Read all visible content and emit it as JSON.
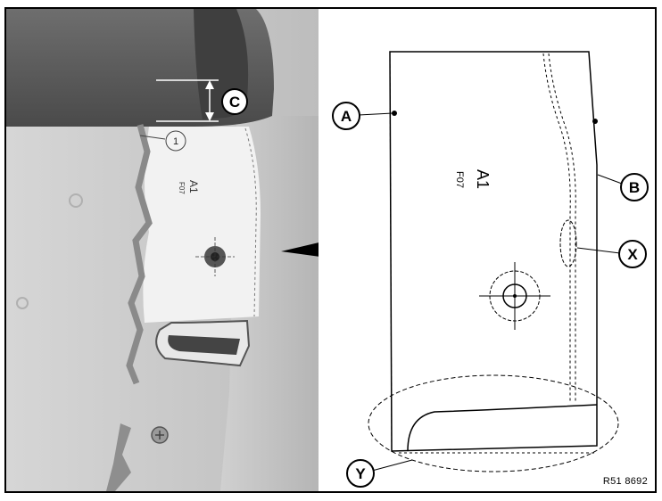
{
  "callouts": {
    "a": "A",
    "b": "B",
    "c": "C",
    "x": "X",
    "y": "Y",
    "one": "1"
  },
  "part_label": {
    "main": "A1",
    "sub": "F07"
  },
  "reference_code": "R51 8692",
  "colors": {
    "line": "#000000",
    "photo_bg": "#cfcfcf",
    "seal_top": "#595959",
    "label_paper": "#f2f2f2"
  }
}
